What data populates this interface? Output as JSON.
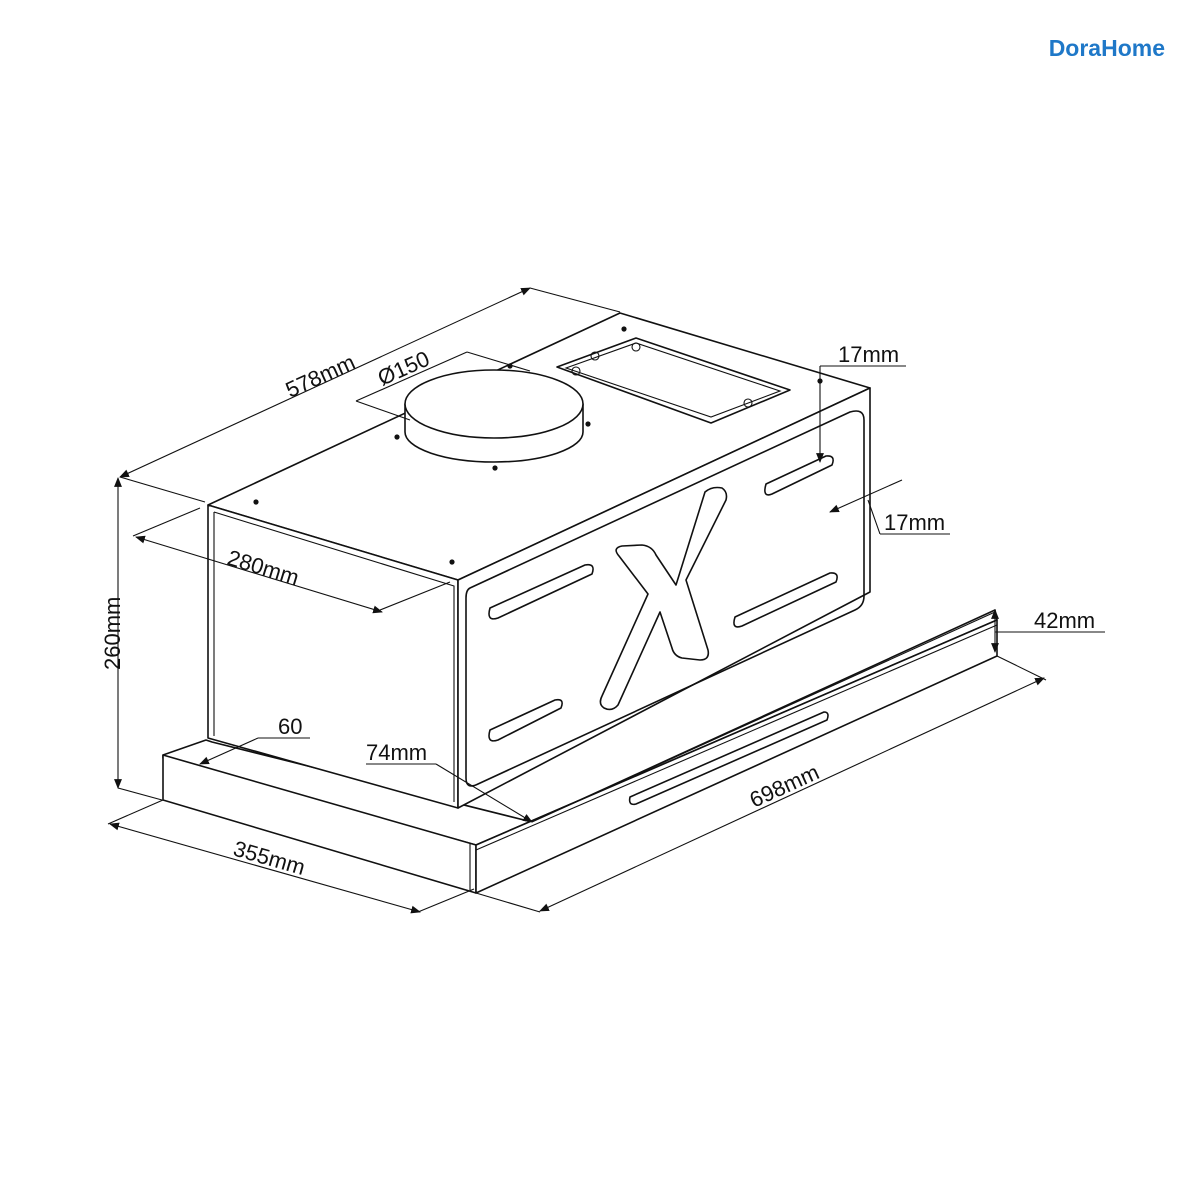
{
  "brand": {
    "name": "DoraHome",
    "accent_color": "#1f78c8"
  },
  "dimensions": {
    "top_depth": "578mm",
    "duct_diameter": "Ø150",
    "side_slot_offset_top": "17mm",
    "side_slot_offset_right": "17mm",
    "body_depth": "280mm",
    "total_height": "260mm",
    "front_offset": "60",
    "front_inset": "74mm",
    "panel_thickness": "42mm",
    "total_width": "698mm",
    "panel_depth": "355mm"
  }
}
